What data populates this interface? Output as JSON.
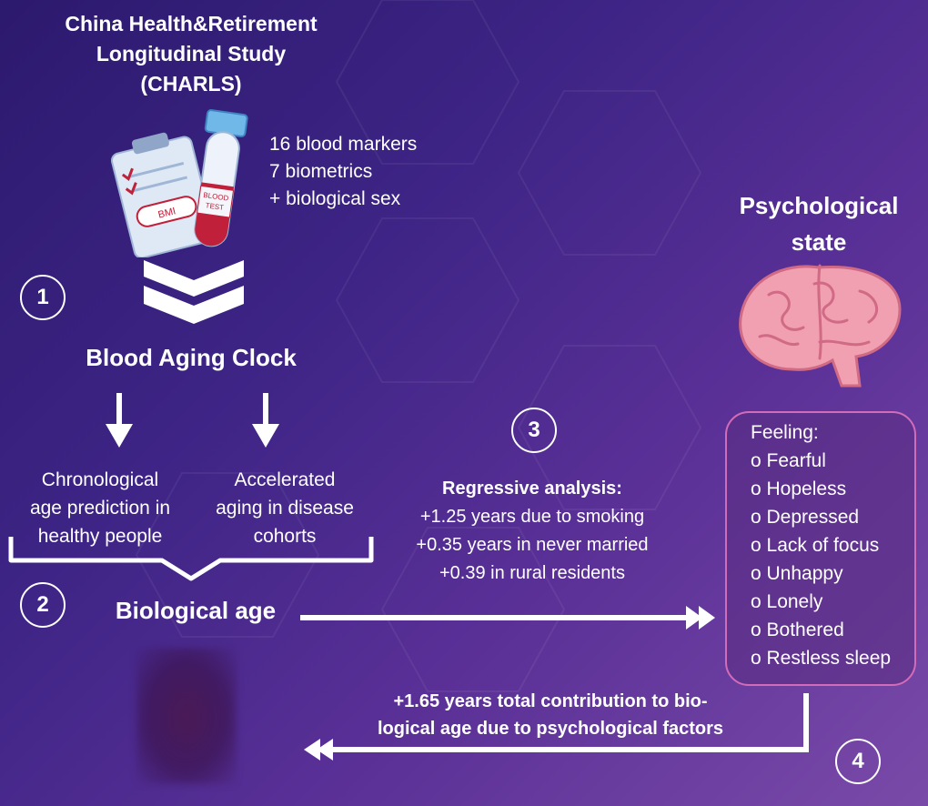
{
  "header": {
    "title_line1": "China Health&Retirement",
    "title_line2": "Longitudinal Study",
    "title_line3": "(CHARLS)"
  },
  "inputs": {
    "line1": "16 blood markers",
    "line2": "7 biometrics",
    "line3": "+ biological sex",
    "clipboard_label": "BMI",
    "tube_label_line1": "BLOOD",
    "tube_label_line2": "TEST"
  },
  "steps": {
    "one": "1",
    "two": "2",
    "three": "3",
    "four": "4"
  },
  "clock": {
    "title": "Blood Aging Clock"
  },
  "outcomes": {
    "left_line1": "Chronological",
    "left_line2": "age prediction in",
    "left_line3": "healthy people",
    "right_line1": "Accelerated",
    "right_line2": "aging in disease",
    "right_line3": "cohorts"
  },
  "biological_age": {
    "label": "Biological age"
  },
  "regression": {
    "heading": "Regressive analysis:",
    "line1": "+1.25 years due to smoking",
    "line2": "+0.35 years in never married",
    "line3": "+0.39 in rural residents"
  },
  "psychological": {
    "title_line1": "Psychological",
    "title_line2": "state",
    "feeling_label": "Feeling:",
    "feelings": [
      "Fearful",
      "Hopeless",
      "Depressed",
      "Lack of focus",
      "Unhappy",
      "Lonely",
      "Bothered",
      "Restless sleep"
    ]
  },
  "total": {
    "line1": "+1.65 years total contribution to bio-",
    "line2": "logical age due to psychological factors"
  },
  "colors": {
    "background_dark": "#2c1a6e",
    "background_light": "#7a4aa8",
    "box_border": "#d36cb8",
    "brain": "#f0a0b0",
    "tube_blood": "#c0203a",
    "tube_cap": "#6fb8e8"
  }
}
